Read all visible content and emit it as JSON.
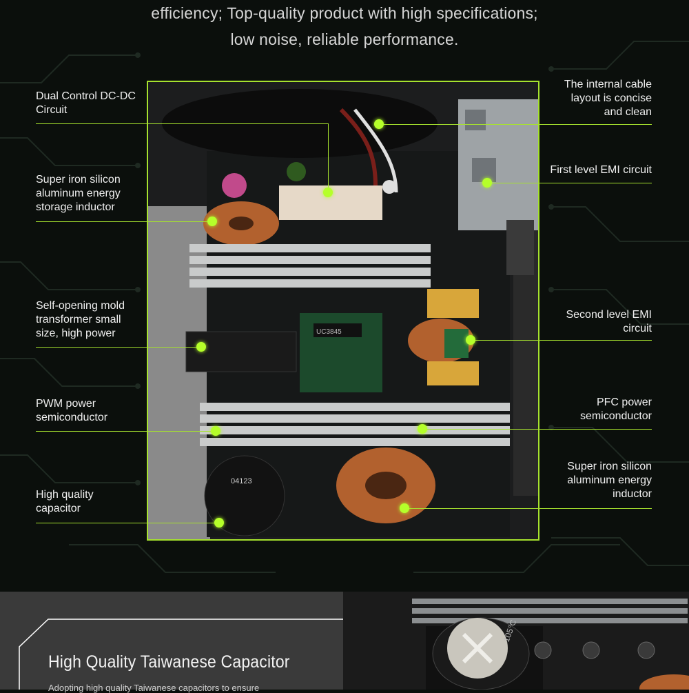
{
  "intro": {
    "line1": "efficiency; Top-quality product with high specifications;",
    "line2": "low noise, reliable performance."
  },
  "callouts_left": [
    {
      "id": "dual-control",
      "text": "Dual Control DC-DC\nCircuit"
    },
    {
      "id": "storage-inductor",
      "text": "Super iron silicon\naluminum energy\nstorage inductor"
    },
    {
      "id": "transformer",
      "text": "Self-opening mold\ntransformer small\nsize, high power"
    },
    {
      "id": "pwm",
      "text": "PWM power\nsemiconductor"
    },
    {
      "id": "capacitor",
      "text": "High quality\ncapacitor"
    }
  ],
  "callouts_right": [
    {
      "id": "cable-layout",
      "text": "The internal cable\nlayout is concise\nand clean"
    },
    {
      "id": "emi-1",
      "text": "First level EMI circuit"
    },
    {
      "id": "emi-2",
      "text": "Second level EMI\ncircuit"
    },
    {
      "id": "pfc",
      "text": "PFC power\nsemiconductor"
    },
    {
      "id": "inductor",
      "text": "Super iron silicon\naluminum energy\ninductor"
    }
  ],
  "component_print": {
    "capacitor_code": "04123",
    "chip_marking": "UC3845",
    "cap_rating": "105°C"
  },
  "bottom": {
    "title": "High Quality Taiwanese Capacitor",
    "body": "Adopting high quality Taiwanese capacitors to ensure"
  },
  "colors": {
    "accent": "#a6e22e",
    "dot": "#b5ff2a",
    "background": "#0b0f0c"
  }
}
